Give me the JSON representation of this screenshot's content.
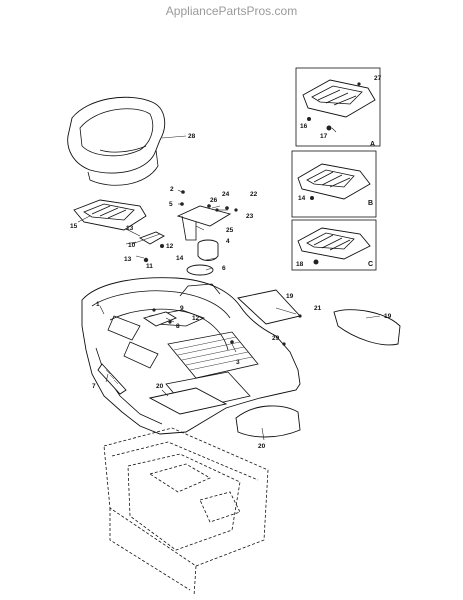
{
  "watermark": "AppliancePartsPros.com",
  "insets": [
    {
      "letter": "A",
      "callouts": [
        "27",
        "16",
        "17"
      ]
    },
    {
      "letter": "B",
      "callouts": [
        "14"
      ]
    },
    {
      "letter": "C",
      "callouts": [
        "18"
      ]
    }
  ],
  "callouts": [
    "28",
    "15",
    "13",
    "12",
    "10",
    "13",
    "11",
    "2",
    "5",
    "26",
    "24",
    "22",
    "23",
    "25",
    "14",
    "4",
    "6",
    "1",
    "3",
    "8",
    "12",
    "19",
    "21",
    "29",
    "7",
    "20",
    "20",
    "19",
    "9"
  ]
}
